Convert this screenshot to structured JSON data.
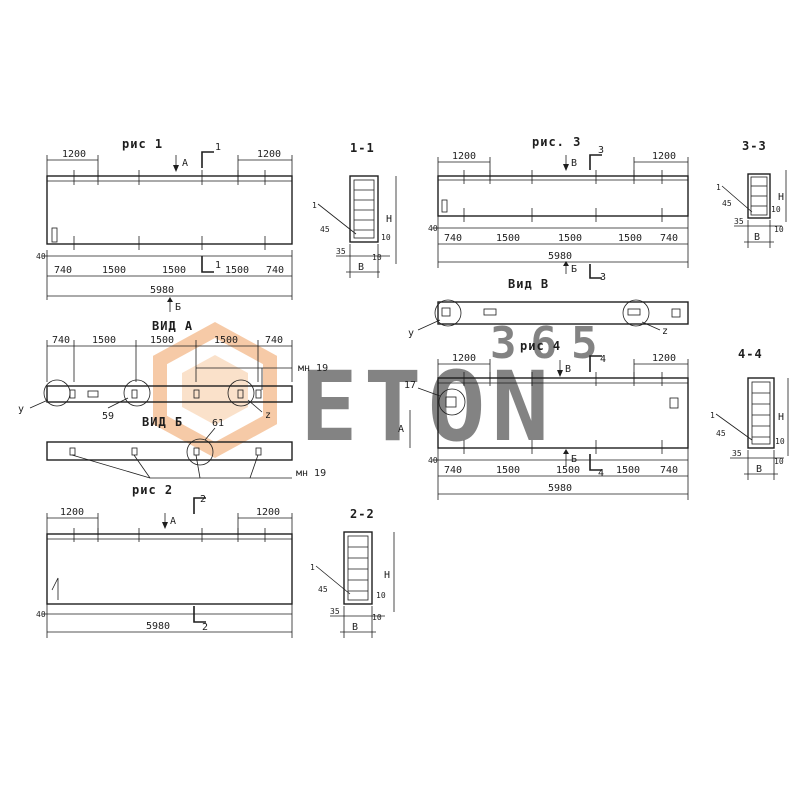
{
  "watermark": {
    "number": "365",
    "brand": "ETON",
    "color": "#f0a060",
    "gray": "#c8c8c8"
  },
  "fig1": {
    "title": "рис 1",
    "top_left": "1200",
    "top_right": "1200",
    "cut_label": "1",
    "view_arrow": "А",
    "bottom_left_gap": "40",
    "segments": [
      "740",
      "1500",
      "1500",
      "1500",
      "740"
    ],
    "total": "5980",
    "bottom_arrow": "Б"
  },
  "sec11": {
    "title": "1-1",
    "label_1": "1",
    "d45": "45",
    "d35": "35",
    "b": "В",
    "d10a": "10",
    "d10b": "10",
    "h": "Н"
  },
  "viewA": {
    "title": "ВИД А",
    "segments": [
      "740",
      "1500",
      "1500",
      "1500",
      "740"
    ],
    "mark_y": "у",
    "mark_59": "59",
    "mark_z": "z",
    "mark_mn": "мн 19"
  },
  "viewB": {
    "title": "ВИД Б",
    "mark_61": "61",
    "mark_mn": "мн 19"
  },
  "fig2": {
    "title": "рис 2",
    "cut_label": "2",
    "top_left": "1200",
    "top_right": "1200",
    "view_arrow": "А",
    "bottom_left_gap": "40",
    "total": "5980"
  },
  "sec22": {
    "title": "2-2",
    "label_1": "1",
    "d45": "45",
    "d35": "35",
    "b": "В",
    "d10a": "10",
    "d10b": "10",
    "h": "Н"
  },
  "fig3": {
    "title": "рис. 3",
    "cut_label": "3",
    "top_left": "1200",
    "top_right": "1200",
    "view_arrow": "В",
    "bottom_left_gap": "40",
    "segments": [
      "740",
      "1500",
      "1500",
      "1500",
      "740"
    ],
    "total": "5980",
    "bottom_arrow": "Б"
  },
  "sec33": {
    "title": "3-3",
    "label_1": "1",
    "d45": "45",
    "d35": "35",
    "b": "В",
    "d10a": "10",
    "d10b": "10",
    "h": "Н"
  },
  "viewV": {
    "title": "Вид В",
    "mark_y": "у",
    "mark_z": "z"
  },
  "fig4": {
    "title": "рис 4",
    "cut_label": "4",
    "top_left": "1200",
    "top_right": "1200",
    "view_arrow": "В",
    "mark_17": "17",
    "side_a": "А",
    "bottom_left_gap": "40",
    "segments": [
      "740",
      "1500",
      "1500",
      "1500",
      "740"
    ],
    "total": "5980",
    "bottom_arrow": "Б"
  },
  "sec44": {
    "title": "4-4",
    "label_1": "1",
    "d45": "45",
    "d35": "35",
    "b": "В",
    "d10a": "10",
    "d10b": "10",
    "h": "Н"
  }
}
